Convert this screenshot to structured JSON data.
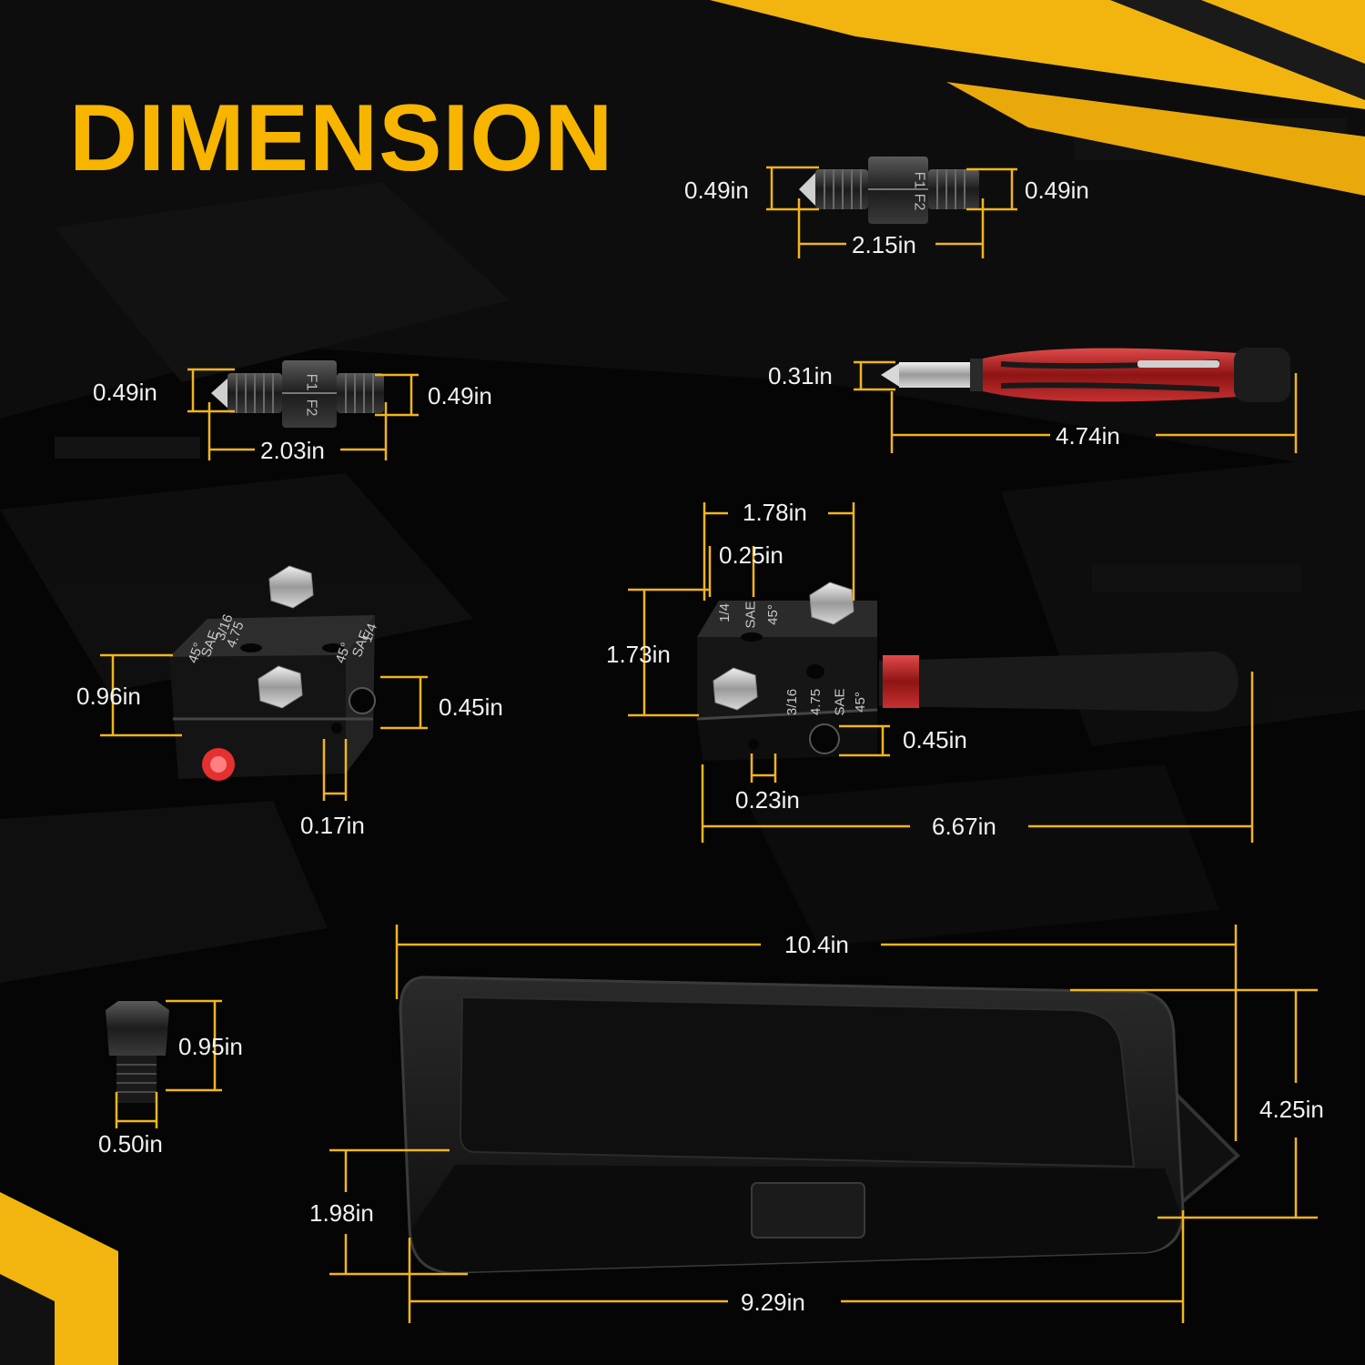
{
  "title": "DIMENSION",
  "colors": {
    "accent": "#f7b500",
    "dimension_line": "#f2b51c",
    "label_text": "#f2f2f2",
    "background": "#050505"
  },
  "flare_adapter_a": {
    "left_width": "0.49in",
    "right_width": "0.49in",
    "length": "2.15in",
    "markings": [
      "F1",
      "F2"
    ]
  },
  "flare_adapter_b": {
    "left_width": "0.49in",
    "right_width": "0.49in",
    "length": "2.03in",
    "markings": [
      "F1",
      "F2"
    ]
  },
  "deburring_tool": {
    "tip_width": "0.31in",
    "length": "4.74in"
  },
  "flaring_block_small": {
    "height": "0.96in",
    "port": "0.45in",
    "hole": "0.17in",
    "engraving_left": [
      "3/16",
      "4.75",
      "SAE",
      "45°"
    ],
    "engraving_right": [
      "1/4",
      "SAE",
      "45°"
    ]
  },
  "flaring_block_handle": {
    "width": "1.78in",
    "spacing": "0.25in",
    "height": "1.73in",
    "port": "0.45in",
    "hole": "0.23in",
    "length": "6.67in",
    "engraving_top": [
      "1/4",
      "SAE",
      "45°"
    ],
    "engraving_bottom": [
      "3/16",
      "4.75",
      "SAE",
      "45°"
    ]
  },
  "adapter_nut": {
    "height": "0.95in",
    "width": "0.50in"
  },
  "carry_case": {
    "top_length": "10.4in",
    "depth": "4.25in",
    "thickness": "1.98in",
    "bottom_length": "9.29in"
  }
}
